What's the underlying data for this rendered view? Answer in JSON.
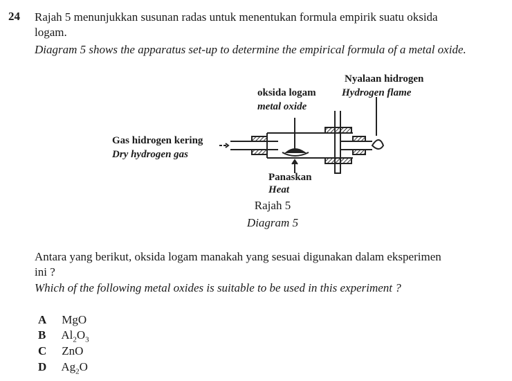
{
  "question": {
    "number": "24",
    "malay_line1": "Rajah 5 menunjukkan susunan radas untuk menentukan formula empirik suatu oksida",
    "malay_line2": "logam.",
    "english": "Diagram 5 shows the apparatus set-up to determine the empirical formula of a metal oxide."
  },
  "diagram": {
    "label_flame_my": "Nyalaan hidrogen",
    "label_flame_en": "Hydrogen flame",
    "label_oxide_my": "oksida logam",
    "label_oxide_en": "metal oxide",
    "label_gas_my": "Gas hidrogen kering",
    "label_gas_en": "Dry hydrogen gas",
    "label_heat_my": "Panaskan",
    "label_heat_en": "Heat",
    "caption_my": "Rajah 5",
    "caption_en": "Diagram 5"
  },
  "prompt": {
    "malay_line1": "Antara yang berikut, oksida logam manakah yang sesuai digunakan dalam eksperimen",
    "malay_line2": "ini ?",
    "english": "Which of the following metal oxides is suitable to be used in this experiment ?"
  },
  "options": [
    {
      "letter": "A",
      "parts": [
        "MgO",
        "",
        ""
      ]
    },
    {
      "letter": "B",
      "parts": [
        "Al",
        "2",
        "O",
        "3"
      ]
    },
    {
      "letter": "C",
      "parts": [
        "ZnO",
        "",
        ""
      ]
    },
    {
      "letter": "D",
      "parts": [
        "Ag",
        "2",
        "O"
      ]
    }
  ]
}
